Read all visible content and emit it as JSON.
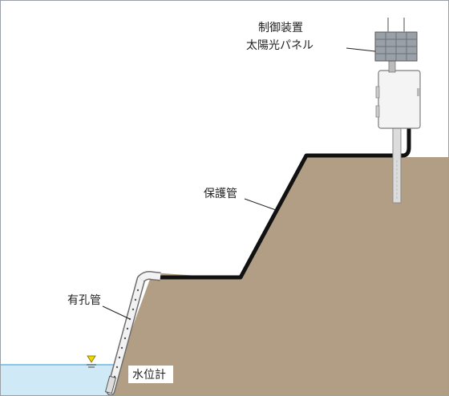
{
  "labels": {
    "control_device": "制御装置",
    "solar_panel": "太陽光パネル",
    "protective_pipe": "保護管",
    "perforated_pipe": "有孔管",
    "water_level_gauge": "水位計"
  },
  "colors": {
    "ground": "#b19e84",
    "ground_shade": "#a38f75",
    "water": "#cfe9f6",
    "water_surface": "#6ab7e0",
    "cable": "#111111",
    "pipe_fill": "#f2f2f2",
    "pipe_stroke": "#6f6f6f",
    "box_fill": "#f4f4f4",
    "panel_fill": "#9aa0a7",
    "marker": "#f2d600",
    "border": "#9aa0a6"
  },
  "icons": {
    "water_level_marker": "downward-triangle-icon"
  }
}
